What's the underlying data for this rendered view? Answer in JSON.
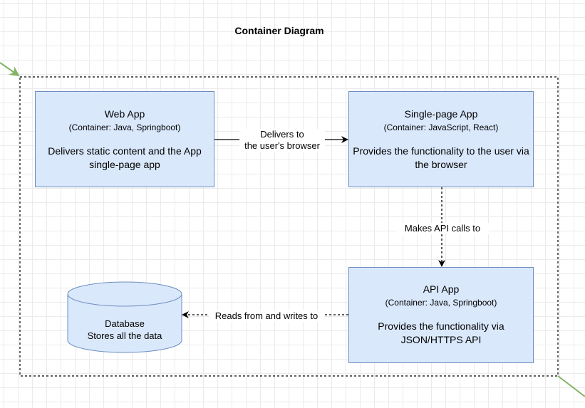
{
  "diagram": {
    "title": "Container Diagram",
    "containers": [
      {
        "id": "web-app",
        "name": "Web App",
        "technology": "(Container: Java, Springboot)",
        "description": "Delivers static content and the App single-page app"
      },
      {
        "id": "spa",
        "name": "Single-page App",
        "technology": "(Container: JavaScript, React)",
        "description": "Provides the functionality to the user via the browser"
      },
      {
        "id": "api-app",
        "name": "API App",
        "technology": "(Container: Java, Springboot)",
        "description": "Provides the functionality via JSON/HTTPS API"
      }
    ],
    "database": {
      "name": "Database",
      "description": "Stores all the data"
    },
    "edges": [
      {
        "from": "web-app",
        "to": "spa",
        "label_line1": "Delivers to",
        "label_line2": "the user's browser",
        "style": "solid"
      },
      {
        "from": "spa",
        "to": "api-app",
        "label": "Makes API calls to",
        "style": "dashed"
      },
      {
        "from": "api-app",
        "to": "database",
        "label": "Reads from and writes to",
        "style": "dashed"
      }
    ],
    "colors": {
      "container_fill": "#dae8fc",
      "container_stroke": "#6c8ebf",
      "boundary_stroke": "#000000",
      "corner_arrows": "#82b366"
    }
  }
}
